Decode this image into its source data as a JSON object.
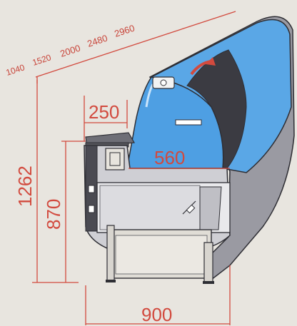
{
  "lengths": [
    "1040",
    "1520",
    "2000",
    "2480",
    "2960"
  ],
  "dimensions": {
    "height_total": "1262",
    "height_counter": "870",
    "depth_top": "250",
    "depth_shelf": "560",
    "width_base": "900"
  },
  "colors": {
    "dimension_red": "#d24a3e",
    "glass_blue": "#5aa7e6",
    "frame_grey": "#8e8e96",
    "outline_dark": "#2e2e34",
    "background": "#e8e5df"
  }
}
